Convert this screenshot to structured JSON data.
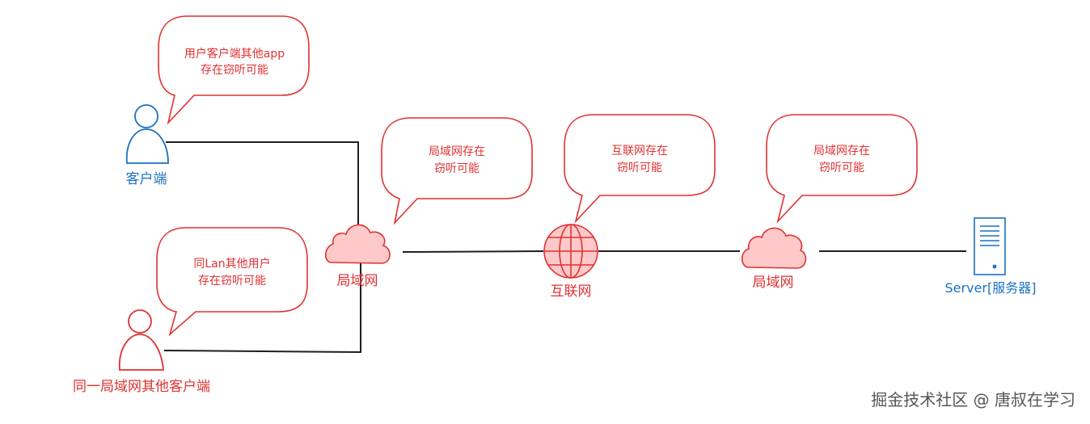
{
  "colors": {
    "red": "#e03131",
    "red_fill": "#ffc9c9",
    "blue": "#1971c2",
    "line": "#1e1e1e",
    "watermark": "#555555"
  },
  "nodes": {
    "client": {
      "label": "客户端",
      "icon": "user-icon"
    },
    "lan_client": {
      "label": "同一局域网其他客户端",
      "icon": "user-icon"
    },
    "lan_left": {
      "label": "局域网",
      "icon": "cloud-icon"
    },
    "internet": {
      "label": "互联网",
      "icon": "globe-icon"
    },
    "lan_right": {
      "label": "局域网",
      "icon": "cloud-icon"
    },
    "server": {
      "label": "Server[服务器]",
      "icon": "server-icon"
    }
  },
  "bubbles": {
    "client_apps": {
      "line1": "用户客户端其他app",
      "line2": "存在窃听可能"
    },
    "lan_users": {
      "line1": "同Lan其他用户",
      "line2": "存在窃听可能"
    },
    "lan_left": {
      "line1": "局域网存在",
      "line2": "窃听可能"
    },
    "internet": {
      "line1": "互联网存在",
      "line2": "窃听可能"
    },
    "lan_right": {
      "line1": "局域网存在",
      "line2": "窃听可能"
    }
  },
  "watermark": "掘金技术社区 @ 唐叔在学习"
}
